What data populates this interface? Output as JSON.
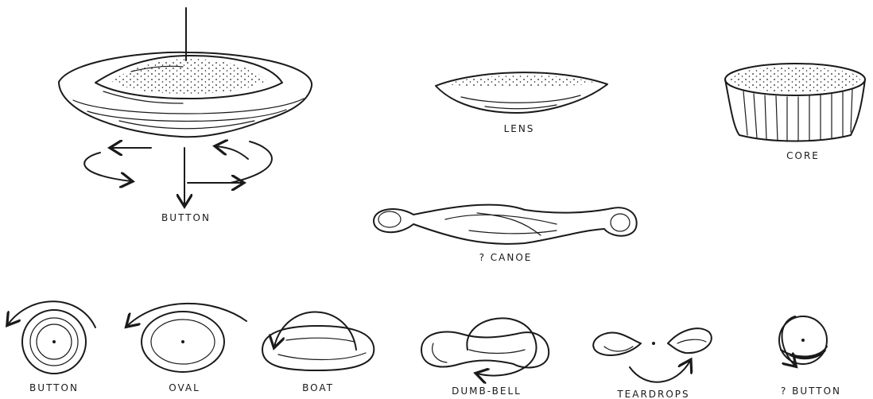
{
  "labels": {
    "button_main": "BUTTON",
    "lens": "LENS",
    "core": "CORE",
    "canoe": "? CANOE",
    "button_small": "BUTTON",
    "oval": "OVAL",
    "boat": "BOAT",
    "dumbbell": "DUMB-BELL",
    "teardrops": "TEARDROPS",
    "button_question": "? BUTTON"
  }
}
